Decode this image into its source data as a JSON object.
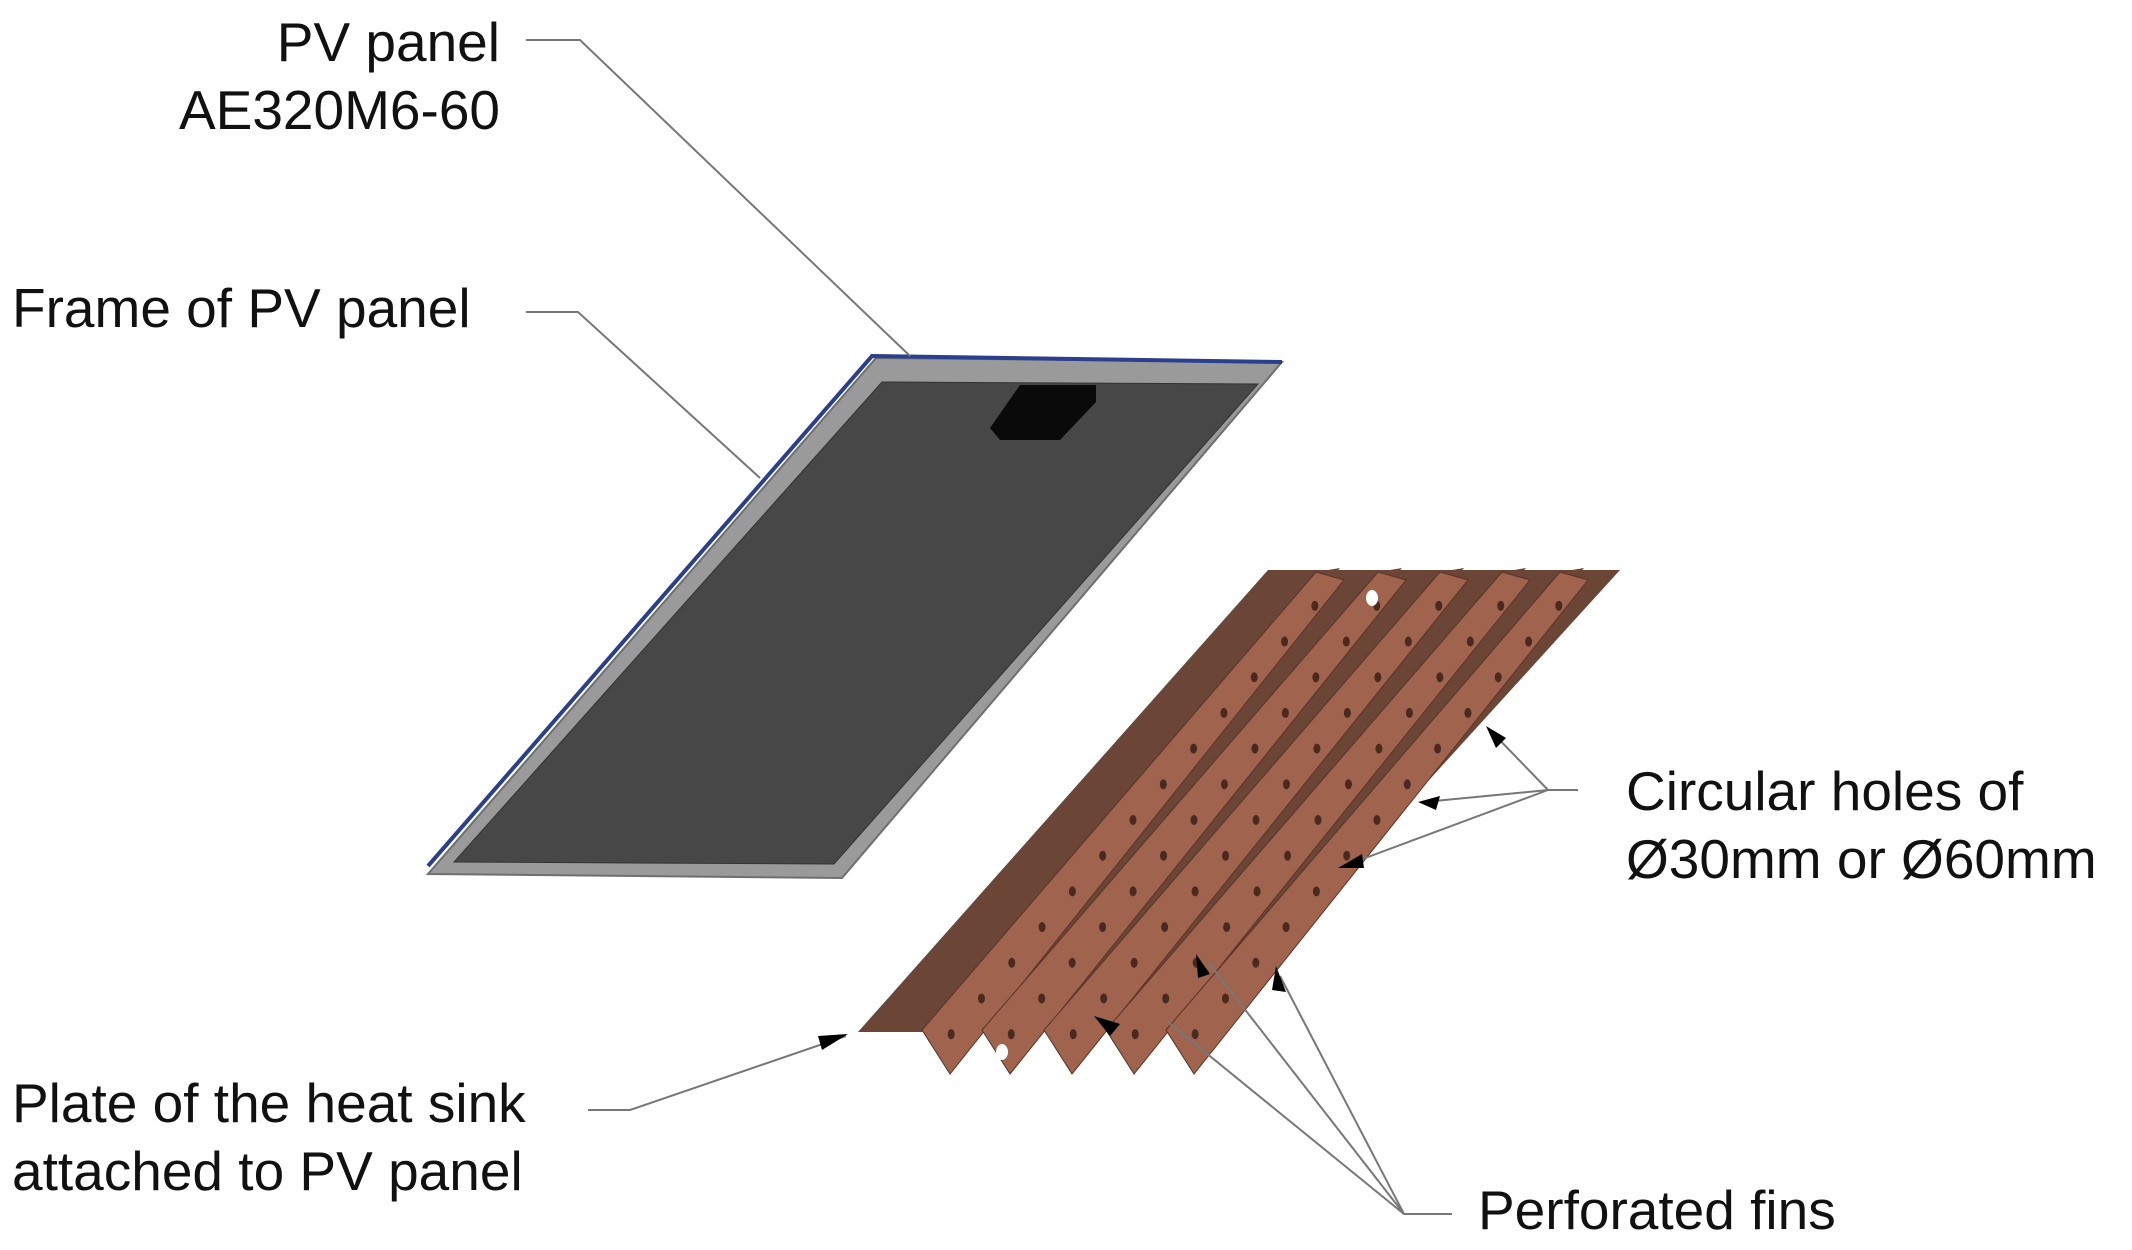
{
  "labels": {
    "pv_panel_line1": "PV panel",
    "pv_panel_line2": "AE320M6-60",
    "frame": "Frame of PV panel",
    "holes_line1": "Circular holes of",
    "holes_line2": "Ø30mm or Ø60mm",
    "plate_line1": "Plate of the heat sink",
    "plate_line2": "attached to PV panel",
    "fins": "Perforated fins"
  },
  "colors": {
    "pv_surface": "#474747",
    "frame": "#9a9a9a",
    "frame_edge": "#2b3f8f",
    "junction_box": "#0a0a0a",
    "heat_sink_plate": "#6b4535",
    "fin_face": "#a0634d",
    "fin_shadow": "#6e4536",
    "leader_line": "#777777",
    "arrow": "#000000"
  }
}
